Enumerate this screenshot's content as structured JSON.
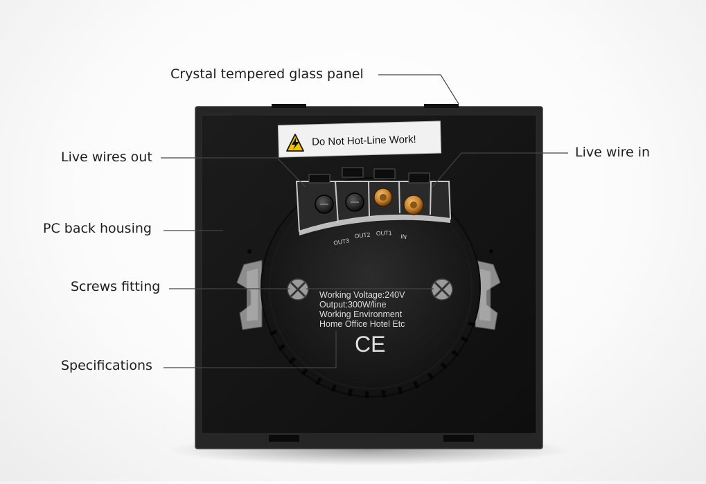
{
  "warning_sticker": {
    "text": "Do Not Hot-Line Work!",
    "icon": "high-voltage-warning-icon"
  },
  "terminals": [
    "OUT3",
    "OUT2",
    "OUT1",
    "IN"
  ],
  "specifications": {
    "line1": "Working Voltage:240V",
    "line2": "Output:300W/line",
    "line3": "Working Environment",
    "line4": "Home Office Hotel Etc"
  },
  "certification_mark": "CE",
  "callouts": {
    "glass_panel": "Crystal tempered glass panel",
    "live_wires_out": "Live wires out",
    "live_wire_in": "Live wire in",
    "back_housing": "PC back housing",
    "screws": "Screws fitting",
    "specs": "Specifications"
  },
  "colors": {
    "housing": "#141414",
    "panel_edge": "#2a2a2a",
    "brass_terminal": "#c8822a",
    "leader_line": "#444444",
    "label_text": "#1e1e1e"
  }
}
